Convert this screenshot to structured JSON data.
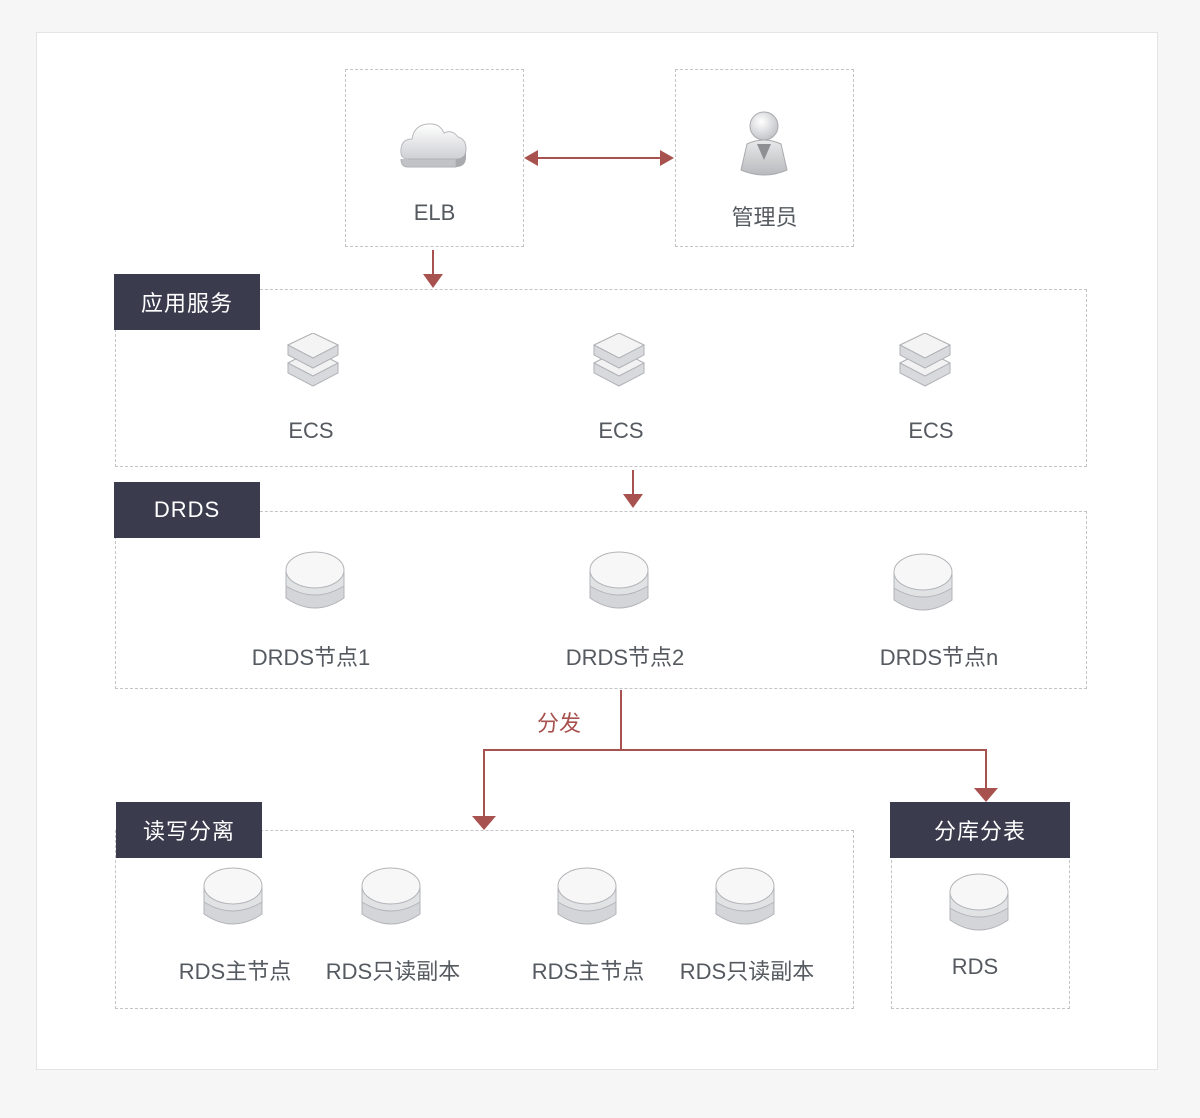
{
  "elb": {
    "label": "ELB",
    "icon": "cloud-icon"
  },
  "admin": {
    "label": "管理员",
    "icon": "user-icon"
  },
  "app_service": {
    "title": "应用服务",
    "nodes": [
      {
        "label": "ECS"
      },
      {
        "label": "ECS"
      },
      {
        "label": "ECS"
      }
    ]
  },
  "drds": {
    "title": "DRDS",
    "nodes": [
      {
        "label": "DRDS节点1"
      },
      {
        "label": "DRDS节点2"
      },
      {
        "label": "DRDS节点n"
      }
    ]
  },
  "distribute_label": "分发",
  "rw_split": {
    "title": "读写分离",
    "nodes": [
      {
        "label": "RDS主节点"
      },
      {
        "label": "RDS只读副本"
      },
      {
        "label": "RDS主节点"
      },
      {
        "label": "RDS只读副本"
      }
    ]
  },
  "sharding": {
    "title": "分库分表",
    "nodes": [
      {
        "label": "RDS"
      }
    ]
  },
  "colors": {
    "arrow": "#a8524f",
    "tag_bg": "#3a3b4d",
    "dashed": "#c4c4c8"
  }
}
